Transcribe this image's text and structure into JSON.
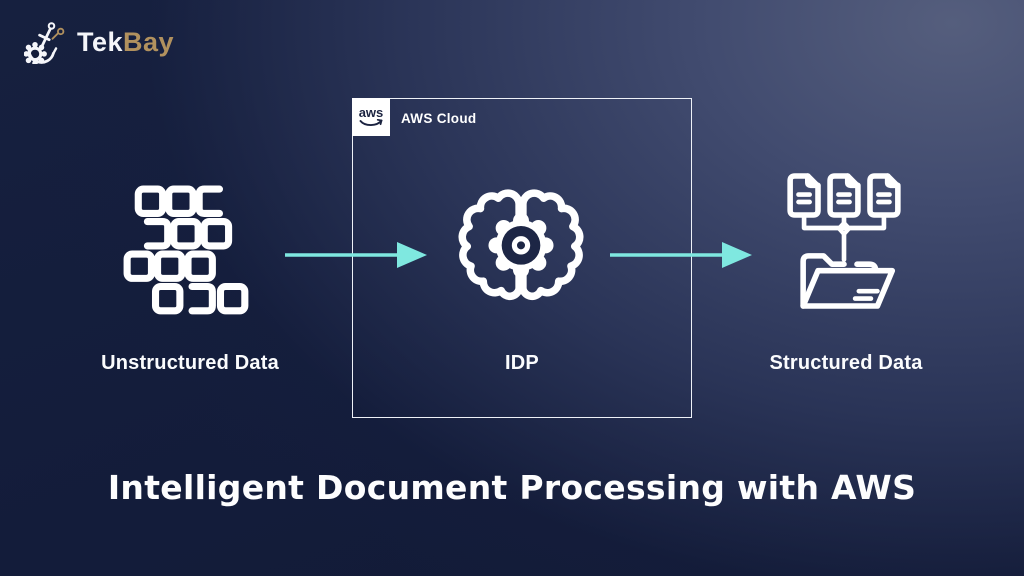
{
  "brand": {
    "name_primary": "Tek",
    "name_secondary": "Bay"
  },
  "diagram": {
    "aws_box": {
      "badge_text": "aws",
      "header": "AWS Cloud",
      "node_label": "IDP"
    },
    "left_node": {
      "label": "Unstructured Data",
      "icon": "scattered-squares-icon"
    },
    "center_node": {
      "icon": "brain-gear-icon"
    },
    "right_node": {
      "label": "Structured Data",
      "icon": "documents-to-folder-icon"
    },
    "arrows": [
      {
        "from": "Unstructured Data",
        "to": "IDP"
      },
      {
        "from": "IDP",
        "to": "Structured Data"
      }
    ]
  },
  "title": "Intelligent Document Processing with AWS",
  "colors": {
    "background_dark": "#131c3a",
    "background_light": "#4f5876",
    "arrow": "#7fe8e0",
    "brand_gold": "#b1915e",
    "aws_navy": "#1b2340",
    "white": "#ffffff",
    "box_border": "#eef1f7"
  }
}
